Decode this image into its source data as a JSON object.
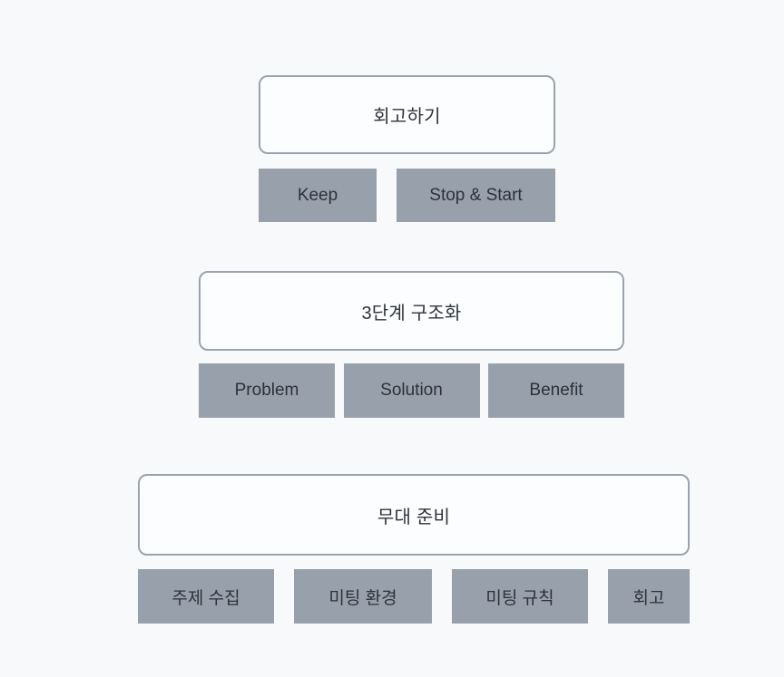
{
  "diagram": {
    "background_color": "#f8f9fa",
    "node_fill_color": "#fcfdfe",
    "node_border_color": "#9aa3ad",
    "chip_color": "#98a1ab",
    "text_color": "#2f333b",
    "groups": [
      {
        "title": "회고하기",
        "items": [
          "Keep",
          "Stop & Start"
        ]
      },
      {
        "title": "3단계 구조화",
        "items": [
          "Problem",
          "Solution",
          "Benefit"
        ]
      },
      {
        "title": "무대 준비",
        "items": [
          "주제 수집",
          "미팅 환경",
          "미팅 규칙",
          "회고"
        ]
      }
    ]
  }
}
